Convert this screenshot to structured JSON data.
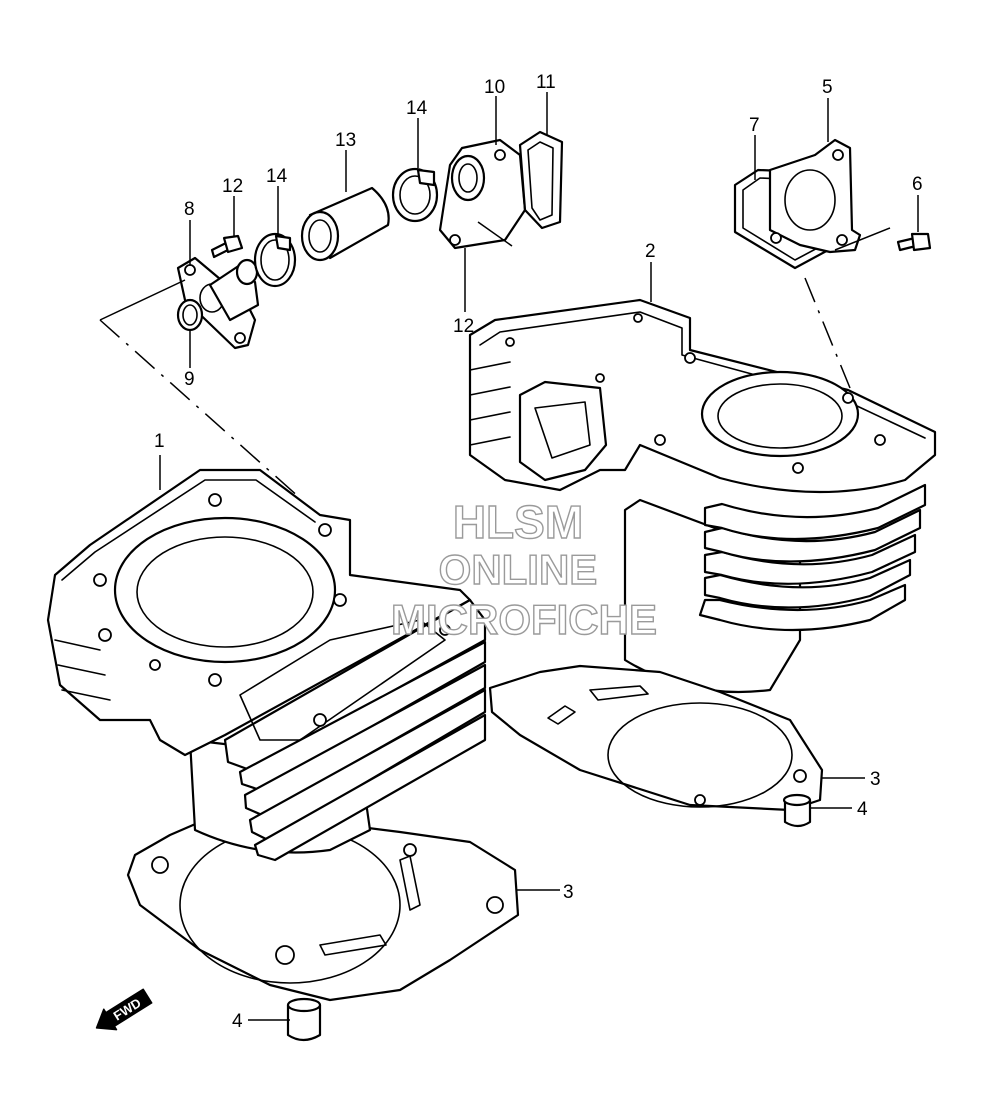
{
  "callouts": [
    {
      "id": "1",
      "label": "1"
    },
    {
      "id": "2",
      "label": "2"
    },
    {
      "id": "3a",
      "label": "3"
    },
    {
      "id": "3b",
      "label": "3"
    },
    {
      "id": "4a",
      "label": "4"
    },
    {
      "id": "4b",
      "label": "4"
    },
    {
      "id": "5",
      "label": "5"
    },
    {
      "id": "6",
      "label": "6"
    },
    {
      "id": "7",
      "label": "7"
    },
    {
      "id": "8",
      "label": "8"
    },
    {
      "id": "9",
      "label": "9"
    },
    {
      "id": "10",
      "label": "10"
    },
    {
      "id": "11",
      "label": "11"
    },
    {
      "id": "12a",
      "label": "12"
    },
    {
      "id": "12b",
      "label": "12"
    },
    {
      "id": "13",
      "label": "13"
    },
    {
      "id": "14a",
      "label": "14"
    },
    {
      "id": "14b",
      "label": "14"
    }
  ],
  "watermark": {
    "line1": "HLSM",
    "line2": "ONLINE",
    "line3": "MICROFICHE"
  },
  "direction_arrow": {
    "label": "FWD"
  },
  "colors": {
    "line": "#000000",
    "background": "#ffffff",
    "watermark": "#9a9a9a"
  }
}
